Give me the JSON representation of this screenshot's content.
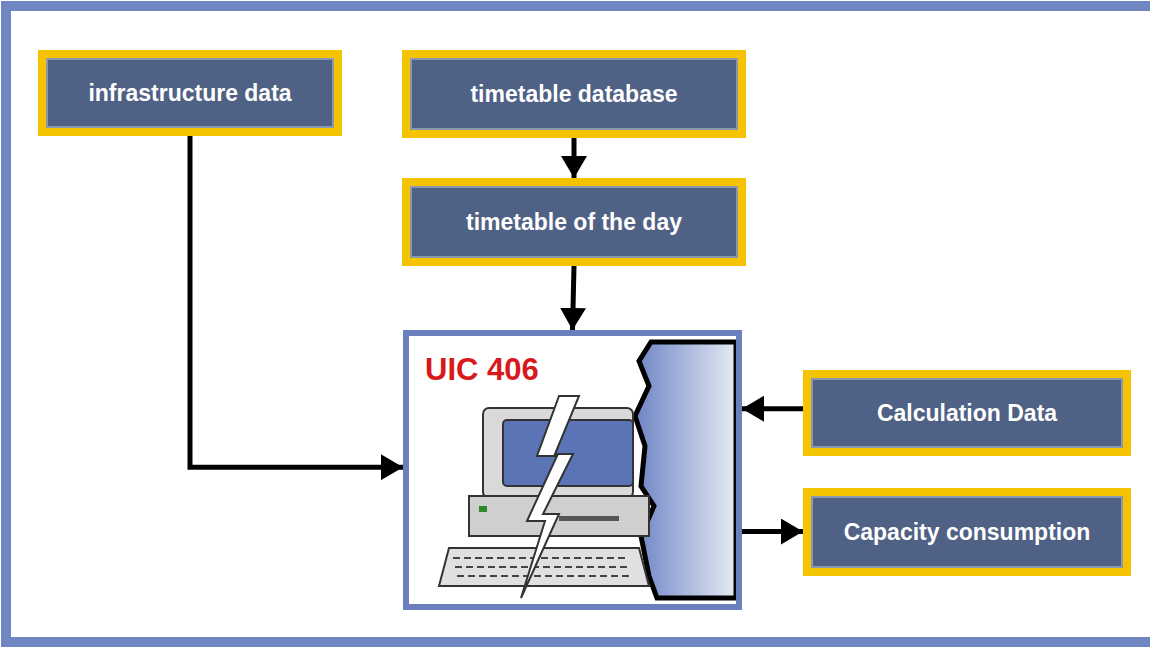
{
  "diagram": {
    "nodes": [
      {
        "text": [
          "infrastructure data"
        ]
      },
      {
        "text": [
          "timetable database"
        ]
      },
      {
        "text": [
          "timetable of the day"
        ]
      },
      {
        "text": [
          "UIC 406"
        ]
      },
      {
        "text": [
          "Calculation Data"
        ]
      },
      {
        "text": [
          "Capacity consumption"
        ]
      }
    ],
    "edges": [
      {
        "from": 1,
        "to": 2,
        "arrow": "to"
      },
      {
        "from": 2,
        "to": 3,
        "arrow": "to"
      },
      {
        "from": 0,
        "to": 3,
        "arrow": "to"
      },
      {
        "from": 4,
        "to": 3,
        "arrow": "to"
      },
      {
        "from": 3,
        "to": 5,
        "arrow": "to"
      }
    ]
  }
}
